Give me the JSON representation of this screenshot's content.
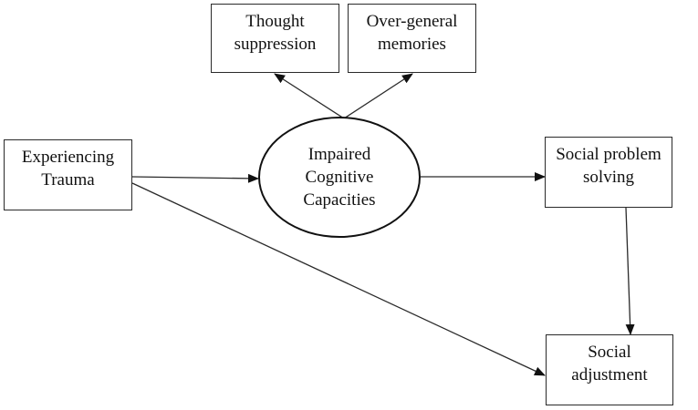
{
  "diagram": {
    "nodes": {
      "experiencing_trauma": {
        "lines": [
          "Experiencing",
          "Trauma"
        ]
      },
      "thought_suppression": {
        "lines": [
          "Thought",
          "suppression"
        ]
      },
      "over_general_memories": {
        "lines": [
          "Over-general",
          "memories"
        ]
      },
      "impaired_cognitive_capacities": {
        "lines": [
          "Impaired",
          "Cognitive",
          "Capacities"
        ]
      },
      "social_problem_solving": {
        "lines": [
          "Social problem",
          "solving"
        ]
      },
      "social_adjustment": {
        "lines": [
          "Social",
          "adjustment"
        ]
      }
    },
    "edges": [
      {
        "from": "experiencing_trauma",
        "to": "impaired_cognitive_capacities"
      },
      {
        "from": "experiencing_trauma",
        "to": "social_adjustment"
      },
      {
        "from": "impaired_cognitive_capacities",
        "to": "thought_suppression"
      },
      {
        "from": "impaired_cognitive_capacities",
        "to": "over_general_memories"
      },
      {
        "from": "impaired_cognitive_capacities",
        "to": "social_problem_solving"
      },
      {
        "from": "social_problem_solving",
        "to": "social_adjustment"
      }
    ],
    "colors": {
      "stroke": "#2a2a2a",
      "text": "#111111",
      "background": "#ffffff"
    }
  }
}
